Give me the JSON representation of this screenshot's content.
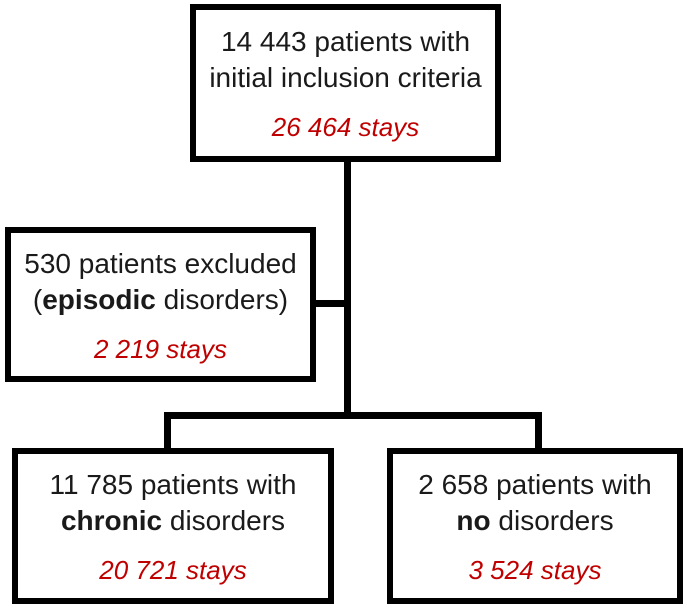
{
  "diagram": {
    "type": "patient-flow-chart",
    "colors": {
      "background": "#ffffff",
      "box_border": "#000000",
      "line": "#000000",
      "text": "#1a1a1a",
      "stays_text": "#c00000"
    },
    "boxes": {
      "initial": {
        "line1": "14 443 patients with",
        "line2": "initial inclusion criteria",
        "stays": "26 464 stays"
      },
      "excluded": {
        "line1": "530 patients excluded",
        "line2_prefix": "(",
        "line2_bold": "episodic",
        "line2_suffix": " disorders)",
        "stays": "2 219 stays"
      },
      "chronic": {
        "line1": "11 785 patients with",
        "line2_bold": "chronic",
        "line2_suffix": " disorders",
        "stays": "20 721 stays"
      },
      "no_disorders": {
        "line1": "2 658 patients with",
        "line2_bold": "no",
        "line2_suffix": " disorders",
        "stays": "3 524 stays"
      }
    }
  }
}
